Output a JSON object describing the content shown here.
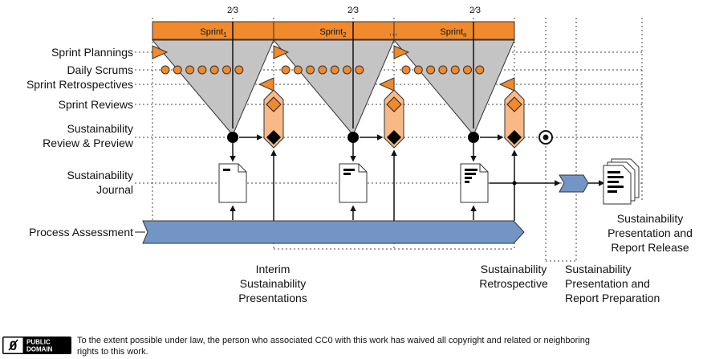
{
  "fraction_label": "2⁄3",
  "ellipsis": "…",
  "sprints": [
    {
      "label": "Sprint",
      "sub": "1"
    },
    {
      "label": "Sprint",
      "sub": "2"
    },
    {
      "label": "Sprint",
      "sub": "n"
    }
  ],
  "row_labels": {
    "sprint_plannings": "Sprint Plannings",
    "daily_scrums": "Daily Scrums",
    "sprint_retrospectives": "Sprint Retrospectives",
    "sprint_reviews": "Sprint Reviews",
    "sustainability_review_1": "Sustainability",
    "sustainability_review_2": "Review & Preview",
    "sustainability_journal_1": "Sustainability",
    "sustainability_journal_2": "Journal",
    "process_assessment": "Process Assessment"
  },
  "bottom_labels": {
    "interim_1": "Interim",
    "interim_2": "Sustainability",
    "interim_3": "Presentations",
    "retro_1": "Sustainability",
    "retro_2": "Retrospective",
    "prep_1": "Sustainability",
    "prep_2": "Presentation and",
    "prep_3": "Report Preparation",
    "release_1": "Sustainability",
    "release_2": "Presentation and",
    "release_3": "Report Release"
  },
  "license": {
    "badge_left": "0",
    "badge_top": "PUBLIC",
    "badge_bottom": "DOMAIN",
    "line1": "To the extent possible under law, the person who associated CC0 with this work has waived all copyright and related or neighboring",
    "line2": "rights to this work."
  },
  "colors": {
    "orange": "#f08a2c",
    "orange_light": "#f9b987",
    "gray_fill": "#c4c4c4",
    "blue": "#7395c6",
    "outline": "#1a1a1a"
  }
}
